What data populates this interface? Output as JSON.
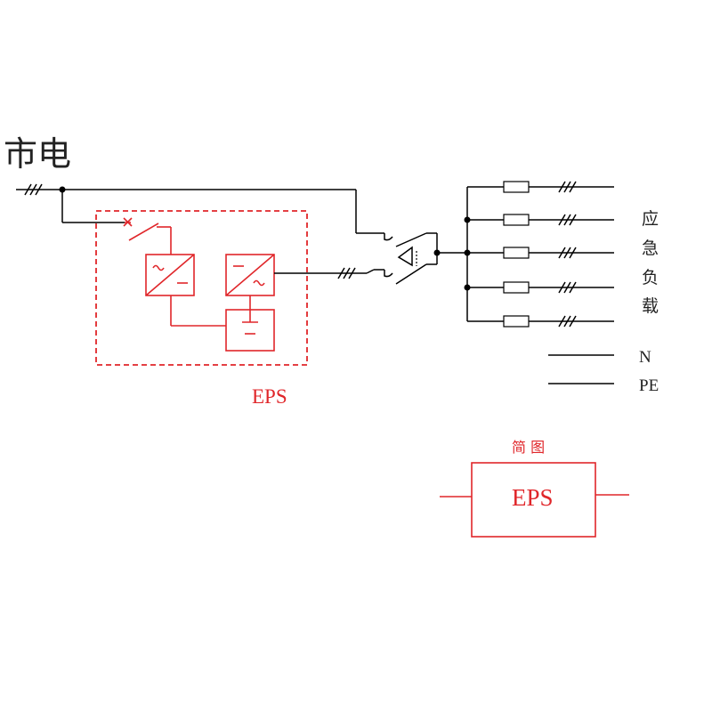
{
  "labels": {
    "mains": "市电",
    "eps_label": "EPS",
    "emergency_load": [
      "应",
      "急",
      "负",
      "载"
    ],
    "neutral": "N",
    "protective_earth": "PE",
    "simplified_title": "简 图",
    "simplified_eps": "EPS"
  },
  "colors": {
    "line": "#000000",
    "eps_red": "#e0262a"
  },
  "load_branch_count": 5
}
